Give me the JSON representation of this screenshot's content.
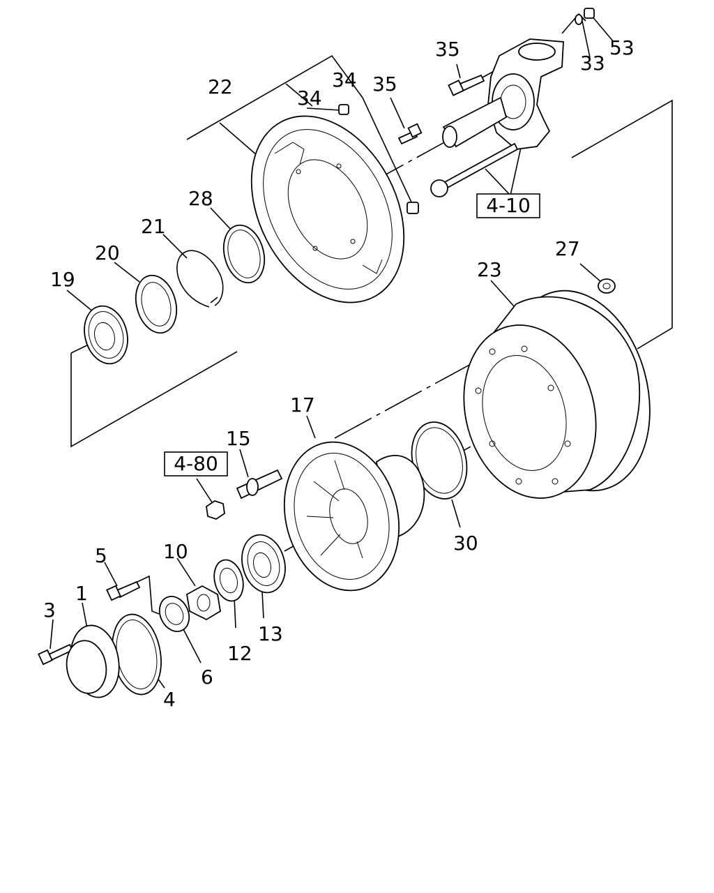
{
  "callouts": {
    "c1": "1",
    "c3": "3",
    "c4": "4",
    "c5": "5",
    "c6": "6",
    "c10": "10",
    "c12": "12",
    "c13": "13",
    "c15": "15",
    "c17": "17",
    "c19": "19",
    "c20": "20",
    "c21": "21",
    "c22": "22",
    "c23": "23",
    "c27": "27",
    "c28": "28",
    "c30": "30",
    "c33": "33",
    "c34a": "34",
    "c34b": "34",
    "c35a": "35",
    "c35b": "35",
    "c53": "53"
  },
  "refs": {
    "r410": "4-10",
    "r480": "4-80"
  },
  "colors": {
    "line": "#000000",
    "background": "#ffffff"
  }
}
